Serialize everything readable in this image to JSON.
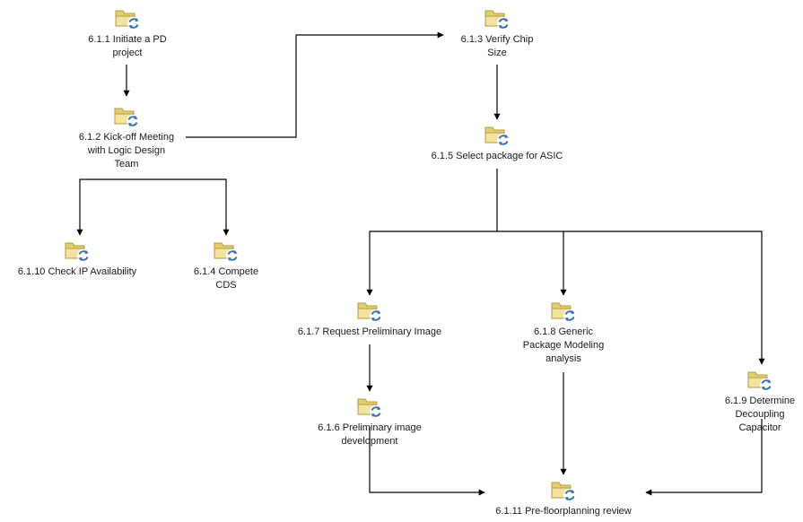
{
  "colors": {
    "folder_back": "#e3cd74",
    "folder_front": "#f3e3a0",
    "folder_edge": "#b59a3a",
    "sync_badge": "#3a6fb0",
    "edge": "#000000",
    "label": "#1a1a1a"
  },
  "icon_name": "task-folder-sync-icon",
  "nodes": {
    "n611": {
      "label": "6.1.1 Initiate a PD\nproject"
    },
    "n612": {
      "label": "6.1.2 Kick-off Meeting\nwith Logic Design\nTeam"
    },
    "n613": {
      "label": "6.1.3 Verify Chip\nSize"
    },
    "n615": {
      "label": "6.1.5 Select package for ASIC"
    },
    "n6110": {
      "label": "6.1.10 Check IP Availability"
    },
    "n614": {
      "label": "6.1.4 Compete\nCDS"
    },
    "n617": {
      "label": "6.1.7 Request Preliminary Image"
    },
    "n618": {
      "label": "6.1.8 Generic\nPackage Modeling\nanalysis"
    },
    "n619": {
      "label": "6.1.9 Determine\nDecoupling\nCapacitor"
    },
    "n616": {
      "label": "6.1.6 Preliminary image\ndevelopment"
    },
    "n6111": {
      "label": "6.1.11 Pre-floorplanning review"
    }
  },
  "edges": [
    {
      "from": "n611",
      "to": "n612"
    },
    {
      "from": "n612",
      "to": "n613"
    },
    {
      "from": "n613",
      "to": "n615"
    },
    {
      "from": "n612",
      "to": "n6110"
    },
    {
      "from": "n612",
      "to": "n614"
    },
    {
      "from": "n615",
      "to": "n617"
    },
    {
      "from": "n615",
      "to": "n618"
    },
    {
      "from": "n615",
      "to": "n619"
    },
    {
      "from": "n617",
      "to": "n616"
    },
    {
      "from": "n618",
      "to": "n6111"
    },
    {
      "from": "n616",
      "to": "n6111"
    },
    {
      "from": "n619",
      "to": "n6111"
    }
  ]
}
